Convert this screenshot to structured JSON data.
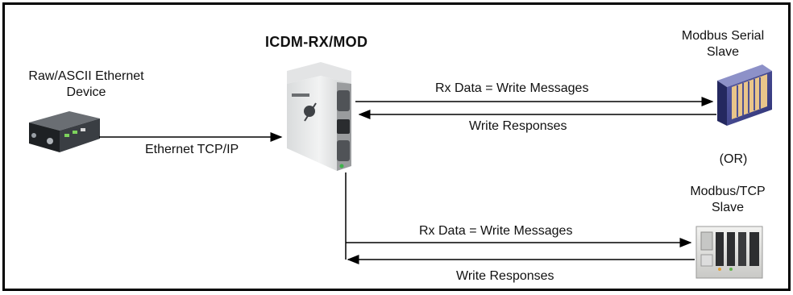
{
  "title": "ICDM-RX/MOD",
  "devices": {
    "ethernet_device": {
      "line1": "Raw/ASCII Ethernet",
      "line2": "Device"
    },
    "serial_slave": {
      "line1": "Modbus Serial",
      "line2": "Slave"
    },
    "or_label": "(OR)",
    "tcp_slave": {
      "line1": "Modbus/TCP",
      "line2": "Slave"
    }
  },
  "links": {
    "ethernet": "Ethernet TCP/IP",
    "serial_request": "Rx Data = Write Messages",
    "serial_response": "Write Responses",
    "tcp_request": "Rx Data = Write Messages",
    "tcp_response": "Write Responses"
  }
}
